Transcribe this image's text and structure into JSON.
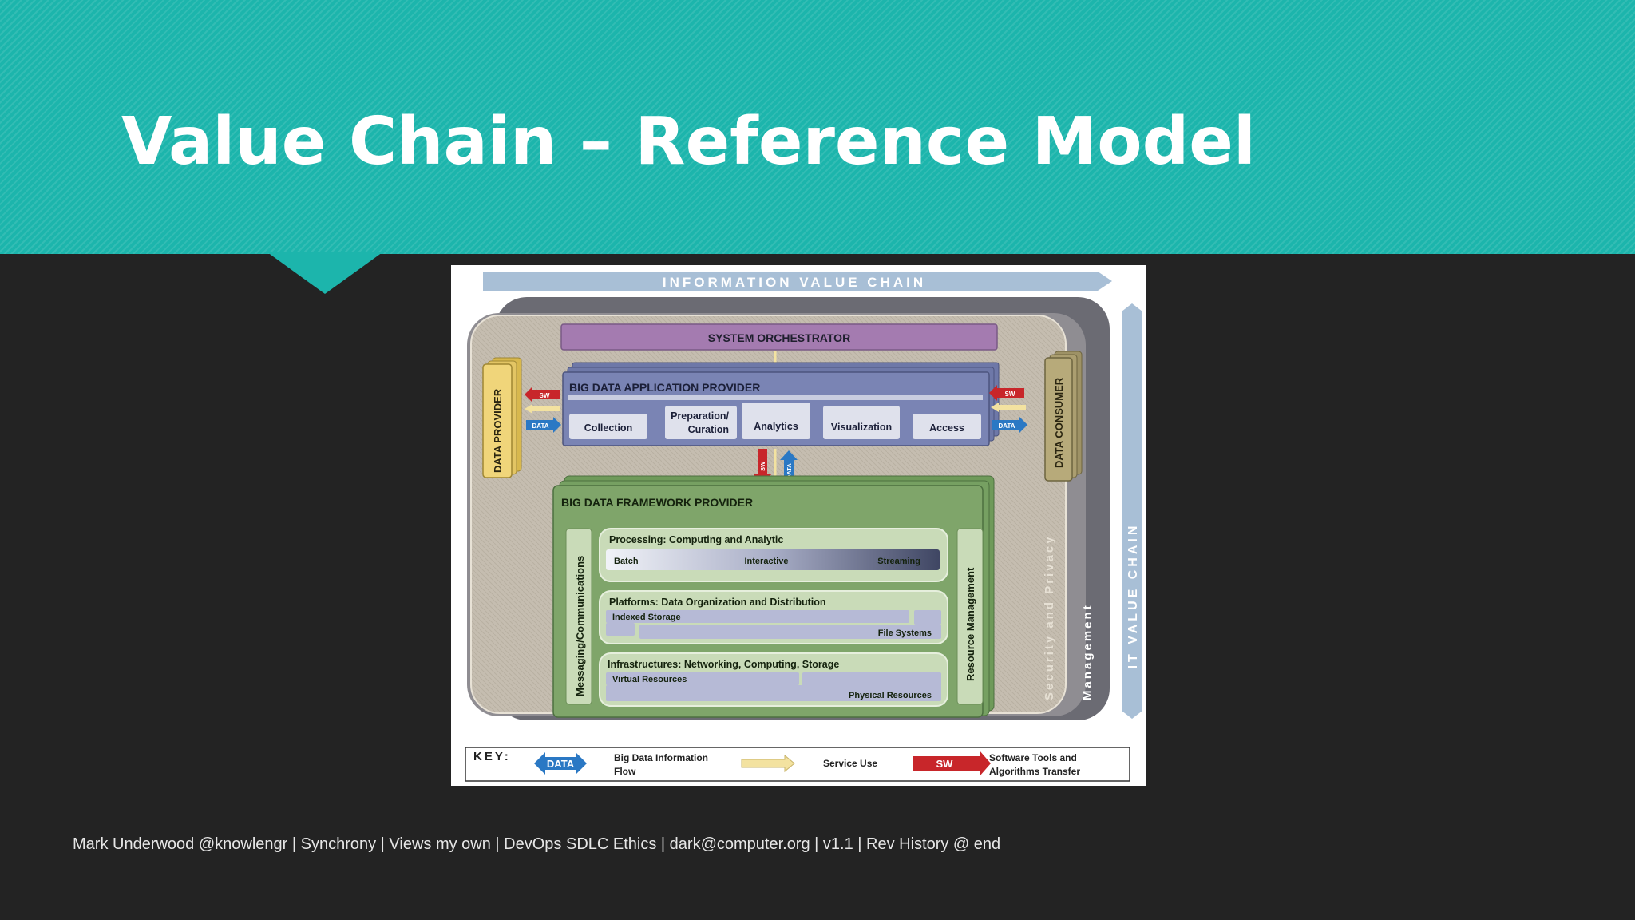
{
  "slide": {
    "title": "Value Chain – Reference Model",
    "footer": "Mark Underwood @knowlengr | Synchrony | Views my own | DevOps SDLC Ethics | dark@computer.org | v1.1 | Rev History @ end"
  },
  "colors": {
    "banner": "#1cb5ac",
    "background": "#232323",
    "orchestrator": "#a47bb0",
    "app_provider": "#6e78a8",
    "framework": "#7fa56a",
    "data_provider": "#f0d57a",
    "data_consumer": "#b7aa7a",
    "data_arrow": "#2a78c4",
    "sw_arrow": "#c8262a",
    "service_arrow": "#f3e2a0"
  },
  "diagram": {
    "info_value_chain": "INFORMATION VALUE CHAIN",
    "it_value_chain": "IT VALUE CHAIN",
    "system_orchestrator": "SYSTEM ORCHESTRATOR",
    "data_provider": "DATA PROVIDER",
    "data_consumer": "DATA CONSUMER",
    "app_provider": {
      "title": "BIG DATA APPLICATION PROVIDER",
      "collection": "Collection",
      "preparation_1": "Preparation/",
      "preparation_2": "Curation",
      "analytics": "Analytics",
      "visualization": "Visualization",
      "access": "Access"
    },
    "framework": {
      "title": "BIG DATA FRAMEWORK PROVIDER",
      "messaging": "Messaging/Communications",
      "resource_mgmt": "Resource Management",
      "processing": {
        "title": "Processing: Computing and Analytic",
        "batch": "Batch",
        "interactive": "Interactive",
        "streaming": "Streaming"
      },
      "platforms": {
        "title": "Platforms: Data Organization and Distribution",
        "indexed": "Indexed Storage",
        "files": "File Systems"
      },
      "infrastructures": {
        "title": "Infrastructures: Networking, Computing, Storage",
        "virtual": "Virtual Resources",
        "physical": "Physical Resources"
      }
    },
    "security": "Security and Privacy",
    "management": "Management",
    "arrows": {
      "sw": "SW",
      "data": "DATA"
    },
    "key": {
      "label": "KEY:",
      "data_arrow": "DATA",
      "data_desc_1": "Big Data Information",
      "data_desc_2": "Flow",
      "service_desc": "Service Use",
      "sw_arrow": "SW",
      "sw_desc_1": "Software Tools and",
      "sw_desc_2": "Algorithms Transfer"
    }
  }
}
